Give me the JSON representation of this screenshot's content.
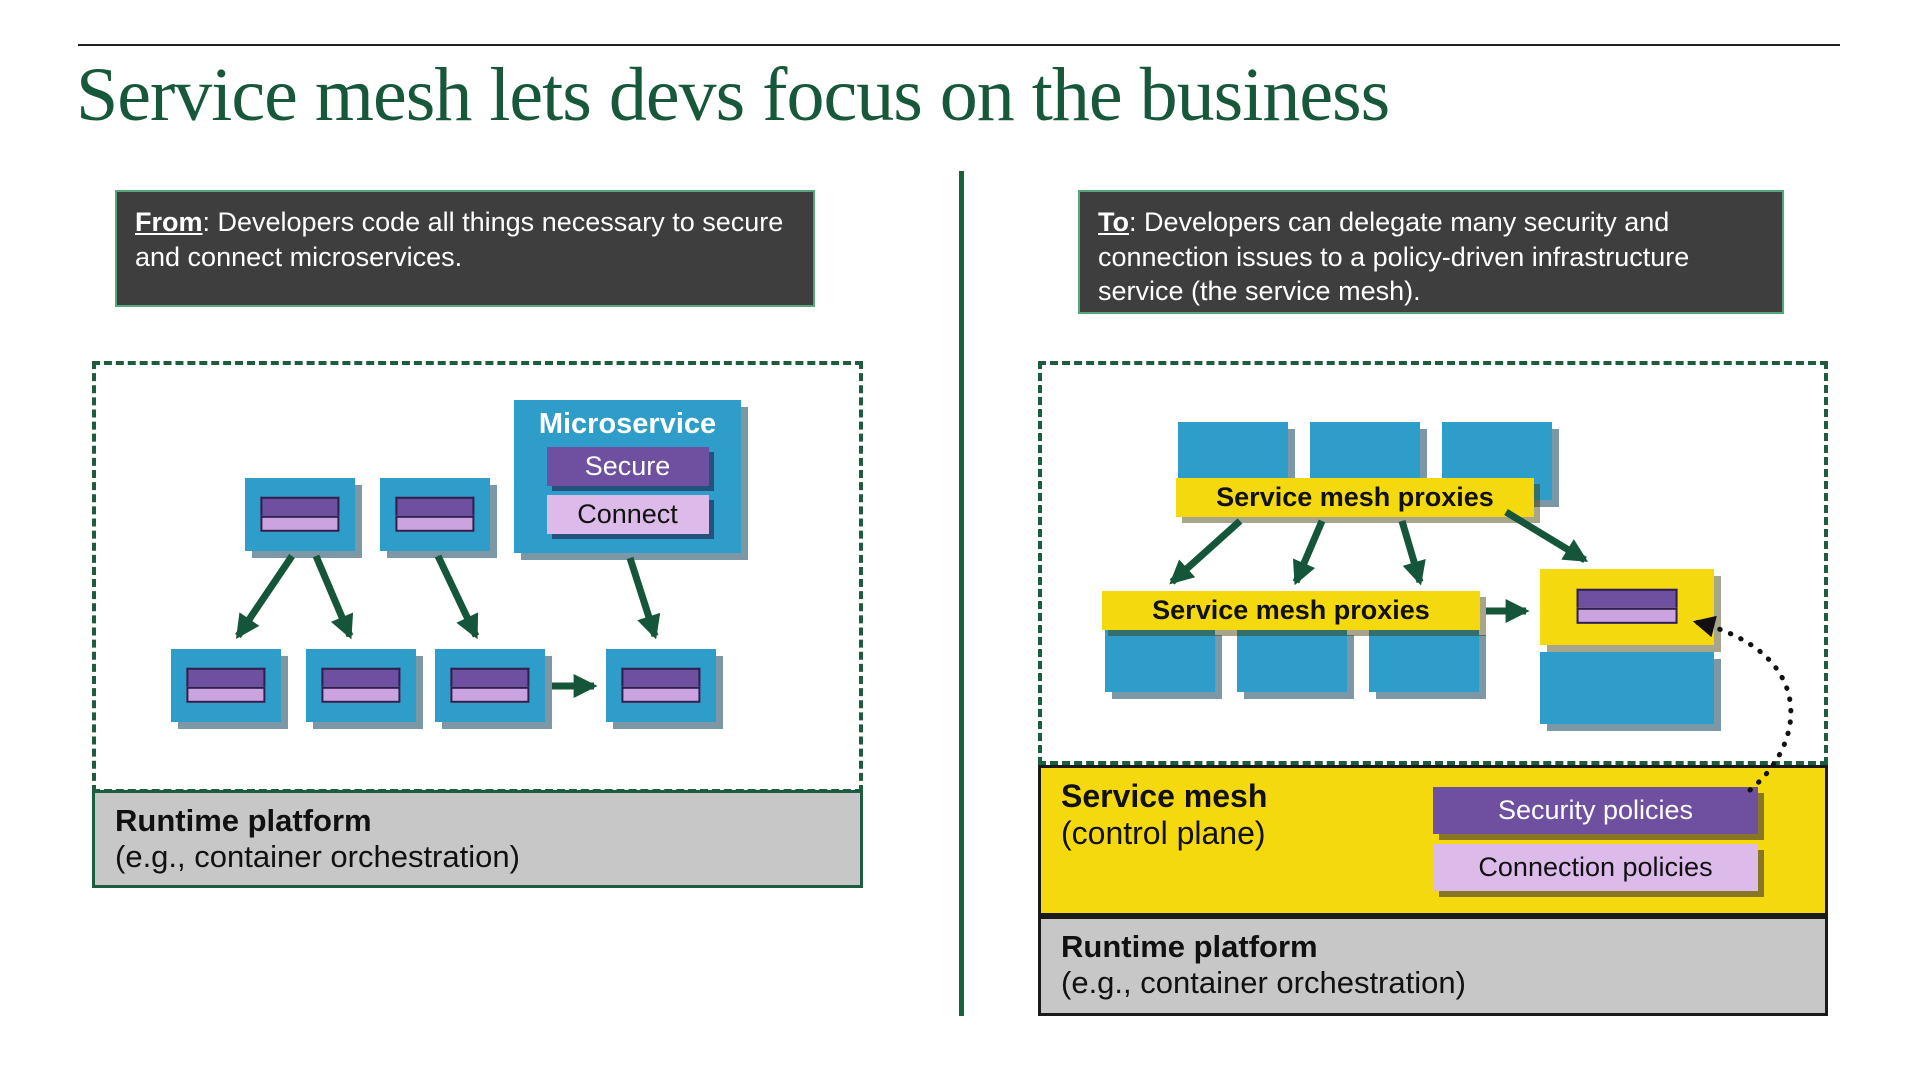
{
  "title": "Service mesh lets devs focus on the business",
  "left": {
    "callout": {
      "label": "From",
      "text": ": Developers code all things necessary to secure and connect microservices."
    },
    "microservice": {
      "title": "Microservice",
      "secure": "Secure",
      "connect": "Connect"
    },
    "runtime": {
      "line1": "Runtime platform",
      "line2": "(e.g., container orchestration)"
    }
  },
  "right": {
    "callout": {
      "label": "To",
      "text": ": Developers can delegate many security and connection issues to a policy-driven infrastructure service (the service mesh)."
    },
    "proxies_top": "Service mesh proxies",
    "proxies_mid": "Service mesh proxies",
    "control_plane": {
      "line1": "Service mesh",
      "line2": "(control plane)",
      "security": "Security policies",
      "connection": "Connection policies"
    },
    "runtime": {
      "line1": "Runtime platform",
      "line2": "(e.g., container orchestration)"
    }
  },
  "colors": {
    "title_green": "#17573a",
    "arrow_green": "#15563a",
    "callout_bg": "#3e3e3e",
    "callout_border": "#56a87c",
    "box_blue": "#2f9dc9",
    "band_yellow": "#f4d90e",
    "policy_purple": "#6f4fa0",
    "policy_lavender": "#dcbbea",
    "runtime_gray": "#c7c7c7",
    "dashed_border": "#1e5c40"
  }
}
